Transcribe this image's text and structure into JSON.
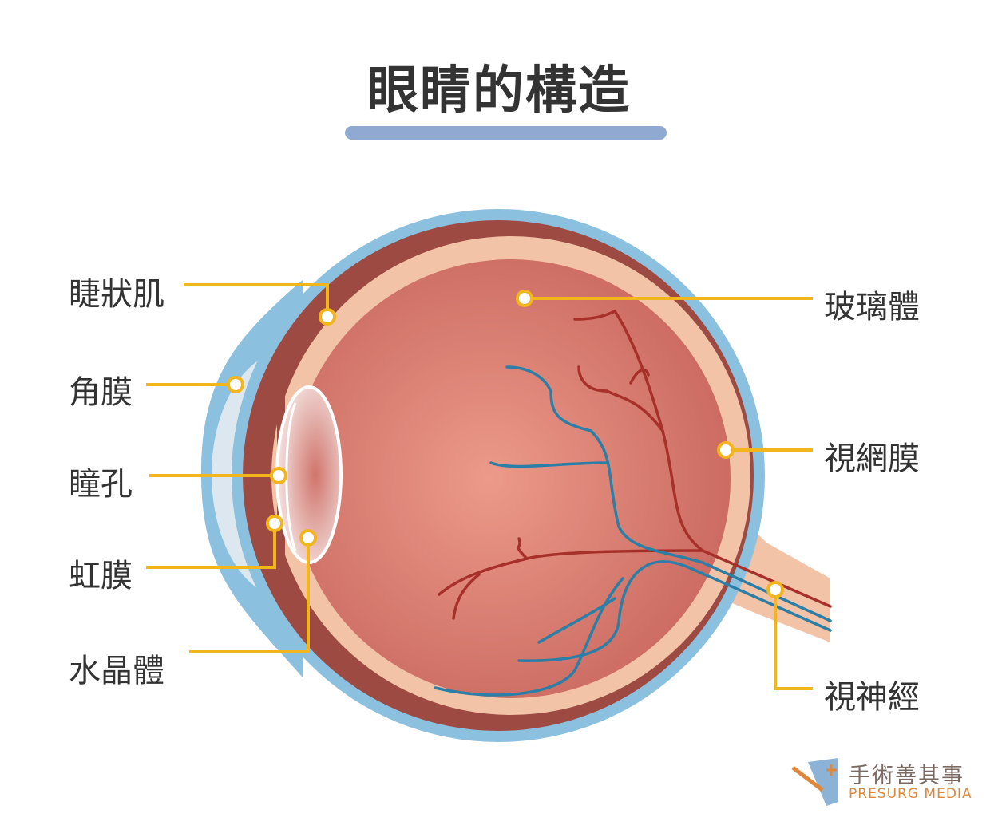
{
  "title": "眼睛的構造",
  "labels": {
    "ciliary_muscle": "睫狀肌",
    "cornea": "角膜",
    "pupil": "瞳孔",
    "iris": "虹膜",
    "lens": "水晶體",
    "vitreous": "玻璃體",
    "retina": "視網膜",
    "optic_nerve": "視神經"
  },
  "logo": {
    "name_cn": "手術善其事",
    "name_en": "PRESURG MEDIA"
  },
  "colors": {
    "sclera": "#8cc0df",
    "choroid": "#9c4a42",
    "retina": "#f2c3a6",
    "vitreous": "#e09080",
    "leader": "#f2b51c",
    "vein": "#2b7ea6",
    "artery": "#a7302a",
    "title_bar": "#8fa9d1"
  }
}
